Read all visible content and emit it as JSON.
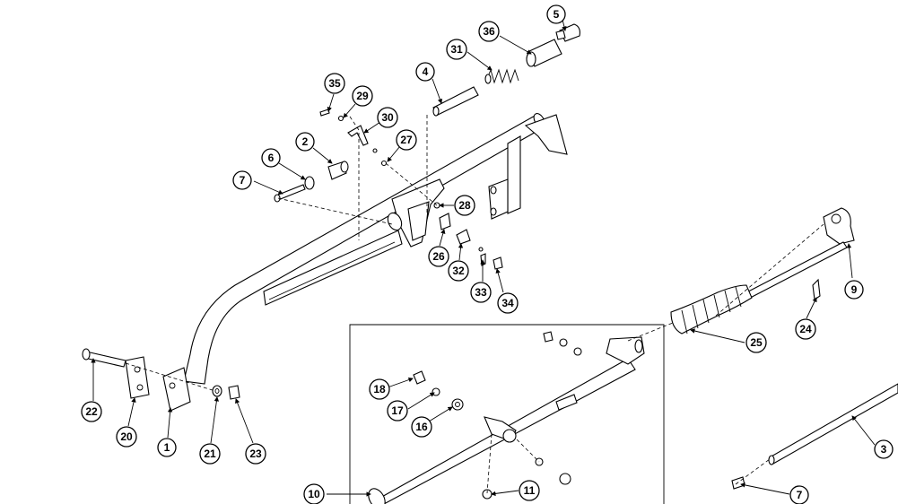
{
  "diagram": {
    "callouts": [
      "1",
      "2",
      "3",
      "4",
      "5",
      "6",
      "7",
      "9",
      "10",
      "11",
      "16",
      "17",
      "18",
      "20",
      "21",
      "22",
      "23",
      "24",
      "25",
      "26",
      "27",
      "28",
      "29",
      "30",
      "31",
      "32",
      "33",
      "34",
      "35",
      "36",
      "7"
    ]
  }
}
